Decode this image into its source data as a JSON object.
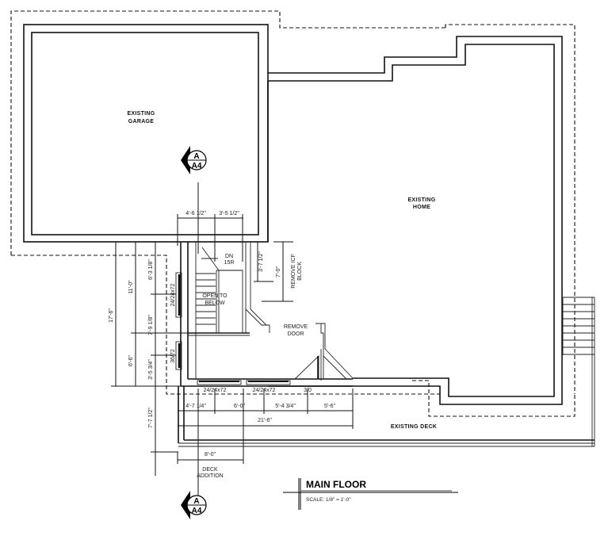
{
  "drawing": {
    "title": "MAIN FLOOR",
    "scale": "SCALE: 1/8\" = 1'-0\""
  },
  "rooms": {
    "garage": [
      "EXISTING",
      "GARAGE"
    ],
    "home": [
      "EXISTING",
      "HOME"
    ],
    "deck": "EXISTING DECK",
    "open_to_below": [
      "OPEN TO",
      "BELOW"
    ],
    "stair": [
      "DN",
      "15R"
    ],
    "remove_door": [
      "REMOVE",
      "DOOR"
    ],
    "remove_block": [
      "REMOVE ICF",
      "BLOCK"
    ],
    "deck_addition": [
      "DECK",
      "ADDITION"
    ]
  },
  "section_markers": [
    {
      "top": "A",
      "bottom": "A4",
      "position": "garage"
    },
    {
      "top": "A",
      "bottom": "A4",
      "position": "bottom"
    }
  ],
  "windows": {
    "left_upper": "24/24x72",
    "left_lower": "36/72",
    "bottom_1": "24/24x72",
    "bottom_2": "24/24x72",
    "door": "3/0"
  },
  "dimensions": {
    "top": [
      "4'-6 1/2\"",
      "3'-5 1/2\""
    ],
    "right_stair": "3'-7 1/2\"",
    "right_block": "7'-0\"",
    "left_overall": "17'-6\"",
    "left_mid": [
      "11'-0\"",
      "6'-6\""
    ],
    "left_inner": [
      "6'-3 1/8\"",
      "7'-9 1/8\"",
      "3'-5 3/4\""
    ],
    "left_lower": "7'-7 1/2\"",
    "bottom_segments": [
      "4'-7 1/4\"",
      "6'-0\"",
      "5'-4 3/4\"",
      "5'-6\""
    ],
    "bottom_overall": "21'-6\"",
    "deck_width": "8'-0\""
  }
}
